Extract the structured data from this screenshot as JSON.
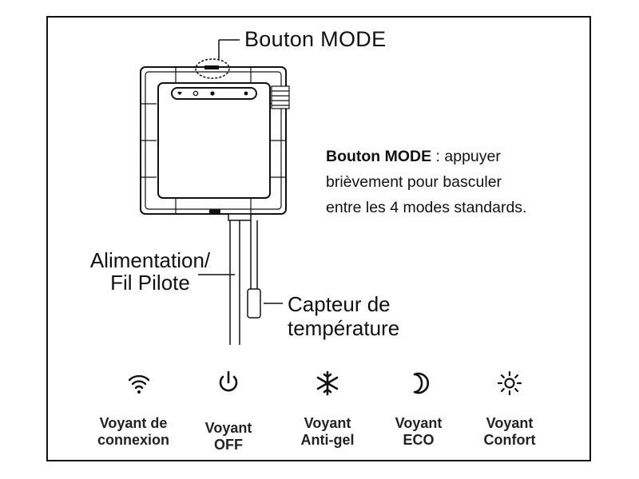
{
  "callouts": {
    "mode_button": "Bouton MODE",
    "power_line1": "Alimentation/",
    "power_line2": "Fil Pilote",
    "sensor_line1": "Capteur de",
    "sensor_line2": "température"
  },
  "description": {
    "bold": "Bouton MODE",
    "line1_rest": " : appuyer",
    "line2": "brièvement pour basculer",
    "line3": "entre les 4 modes standards."
  },
  "legend": [
    {
      "icon": "wifi-icon",
      "line1": "Voyant de",
      "line2": "connexion"
    },
    {
      "icon": "power-icon",
      "line1": "Voyant",
      "line2": "OFF"
    },
    {
      "icon": "snowflake-icon",
      "line1": "Voyant",
      "line2": "Anti-gel"
    },
    {
      "icon": "moon-icon",
      "line1": "Voyant",
      "line2": "ECO"
    },
    {
      "icon": "sun-icon",
      "line1": "Voyant",
      "line2": "Confort"
    }
  ]
}
